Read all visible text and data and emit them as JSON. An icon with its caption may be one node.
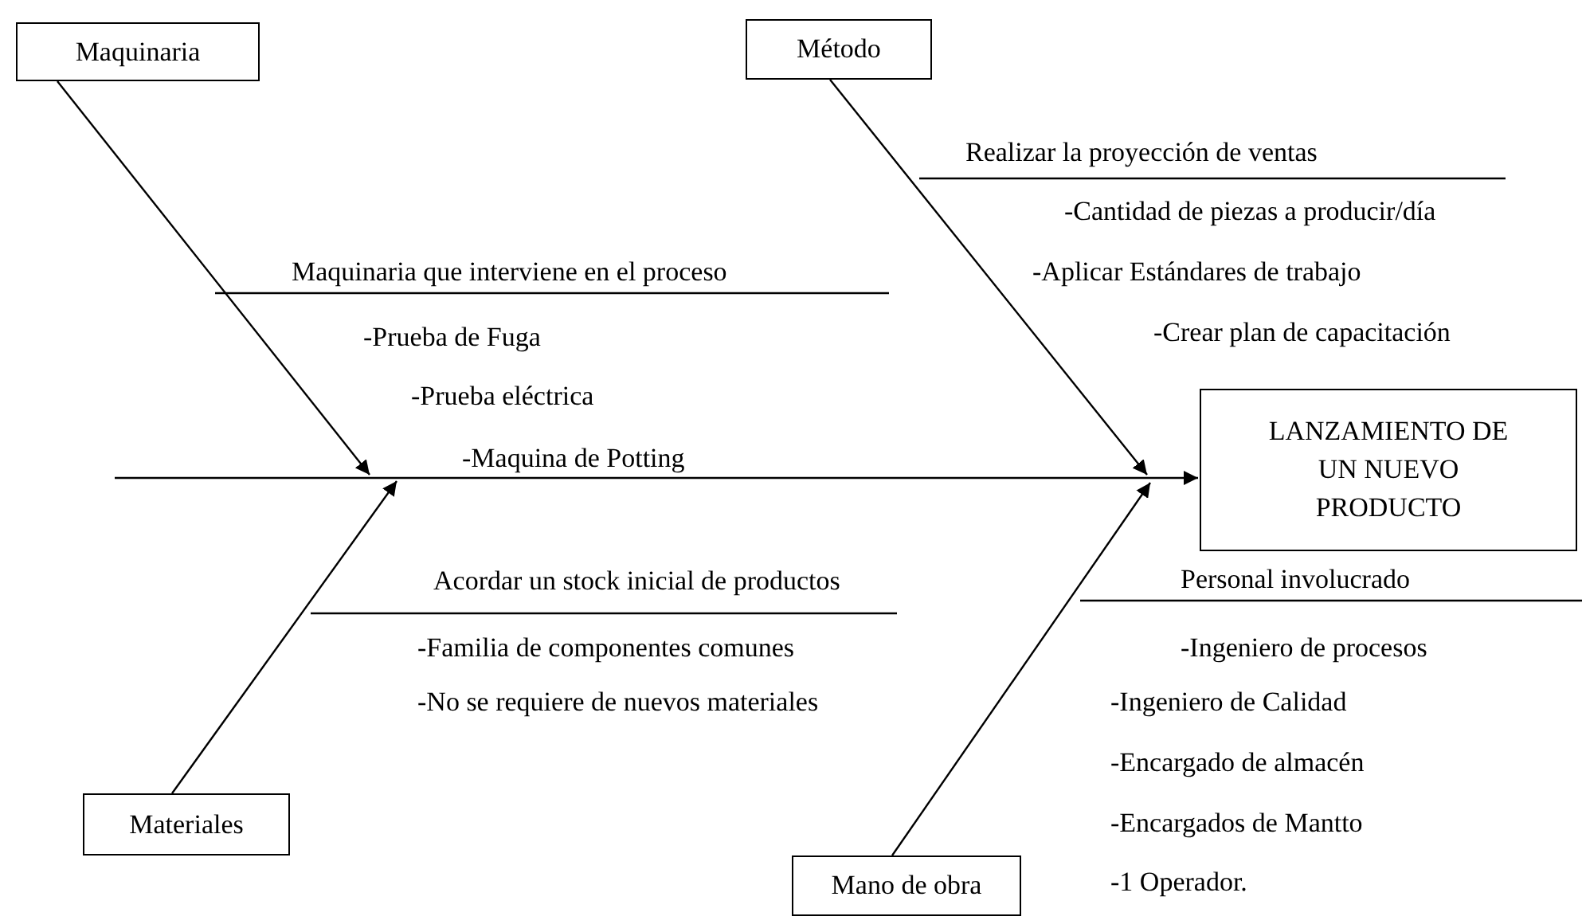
{
  "diagram": {
    "nodes": [
      {
        "text": [
          "Maquinaria"
        ]
      },
      {
        "text": [
          "Método"
        ]
      },
      {
        "text": [
          "LANZAMIENTO DE UN NUEVO PRODUCTO"
        ]
      },
      {
        "text": [
          "Materiales"
        ]
      },
      {
        "text": [
          "Mano de obra"
        ]
      }
    ],
    "edges": [
      {
        "from": 0,
        "to": null,
        "arrow": "to"
      },
      {
        "from": 1,
        "to": null,
        "arrow": "to"
      },
      {
        "from": 3,
        "to": null,
        "arrow": "to"
      },
      {
        "from": 4,
        "to": null,
        "arrow": "to"
      },
      {
        "from": null,
        "to": 2,
        "arrow": "to"
      }
    ],
    "labels": [
      "Realizar la proyección de ventas",
      "-Cantidad de piezas a producir/día",
      "Maquinaria que interviene en el proceso",
      "-Aplicar Estándares de trabajo",
      "-Prueba de Fuga",
      "-Crear plan de capacitación",
      "-Prueba eléctrica",
      "-Maquina de Potting",
      "Acordar un stock inicial de productos",
      "Personal involucrado",
      "-Familia de componentes comunes",
      "-Ingeniero de procesos",
      "-No se requiere de nuevos materiales",
      "-Ingeniero de Calidad",
      "-Encargado de almacén",
      "-Encargados de Mantto",
      "-1 Operador."
    ]
  }
}
